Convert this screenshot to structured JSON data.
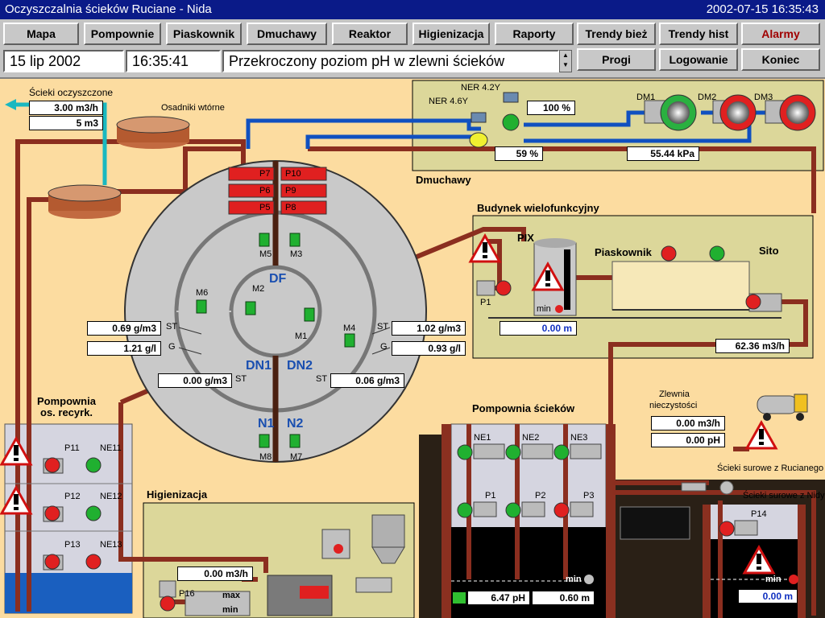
{
  "window": {
    "title": "Oczyszczalnia ścieków Ruciane - Nida",
    "datetime": "2002-07-15 16:35:43"
  },
  "toolbar": {
    "row1": [
      "Mapa",
      "Pompownie",
      "Piaskownik",
      "Dmuchawy",
      "Reaktor",
      "Higienizacja",
      "Raporty",
      "Trendy bież",
      "Trendy hist",
      "Alarmy"
    ],
    "row2": [
      "Progi",
      "Logowanie",
      "Koniec"
    ]
  },
  "alarm_bar": {
    "date": "15 lip 2002",
    "time": "16:35:41",
    "message": "Przekroczony poziom pH w zlewni ścieków"
  },
  "outlet": {
    "label": "Ścieki oczyszczone",
    "flow": "3.00 m3/h",
    "volume": "5 m3"
  },
  "secondary": {
    "label": "Osadniki wtórne"
  },
  "blowers": {
    "zone": "Dmuchawy",
    "valve1": "NER 4.2Y",
    "valve2": "NER 4.6Y",
    "valve1_pos": "100 %",
    "valve2_pos": "59 %",
    "pressure": "55.44 kPa",
    "units": [
      "DM1",
      "DM2",
      "DM3"
    ]
  },
  "reactor": {
    "pumps": [
      "P7",
      "P6",
      "P5",
      "P10",
      "P9",
      "P8"
    ],
    "mixers": [
      "M5",
      "M3",
      "M2",
      "M1",
      "M6",
      "M4",
      "M8",
      "M7"
    ],
    "zones": [
      "DF",
      "DN1",
      "DN2",
      "N1",
      "N2"
    ],
    "st_label": "ST",
    "g_label": "G",
    "left_st": "0.69 g/m3",
    "left_g": "1.21 g/l",
    "right_st": "1.02 g/m3",
    "right_g": "0.93 g/l",
    "dn1_st": "0.00 g/m3",
    "dn2_st": "0.06 g/m3"
  },
  "multibuilding": {
    "zone": "Budynek wielofunkcyjny",
    "pix": "PIX",
    "min": "min",
    "pix_level": "0.00 m",
    "pix_pump": "P1",
    "grit": "Piaskownik",
    "screen": "Sito",
    "flow": "62.36 m3/h"
  },
  "recirc": {
    "zone_line1": "Pompownia",
    "zone_line2": "os. recyrk.",
    "pumps": [
      "P11",
      "P12",
      "P13"
    ],
    "valves": [
      "NE11",
      "NE12",
      "NE13"
    ]
  },
  "hygiene": {
    "zone": "Higienizacja",
    "flow": "0.00 m3/h",
    "pump": "P16",
    "max": "max",
    "min": "min"
  },
  "pumping": {
    "zone": "Pompownia ścieków",
    "valves": [
      "NE1",
      "NE2",
      "NE3"
    ],
    "pumps": [
      "P1",
      "P2",
      "P3"
    ],
    "ph": "6.47 pH",
    "level": "0.60 m",
    "min": "min"
  },
  "dump": {
    "label_line1": "Zlewnia",
    "label_line2": "nieczystości",
    "flow": "0.00 m3/h",
    "ph": "0.00 pH"
  },
  "raw": {
    "ruciane": "Ścieki surowe z Rucianego",
    "nida": "Ścieki surowe z Nidy",
    "pump": "P14",
    "level": "0.00 m",
    "min": "min"
  },
  "colors": {
    "title_bg": "#0a1a88",
    "pipe": "#8b2e1f",
    "air": "#1050c0",
    "running": "#22b530",
    "stopped": "#e02020",
    "panel": "#fcdca0"
  }
}
